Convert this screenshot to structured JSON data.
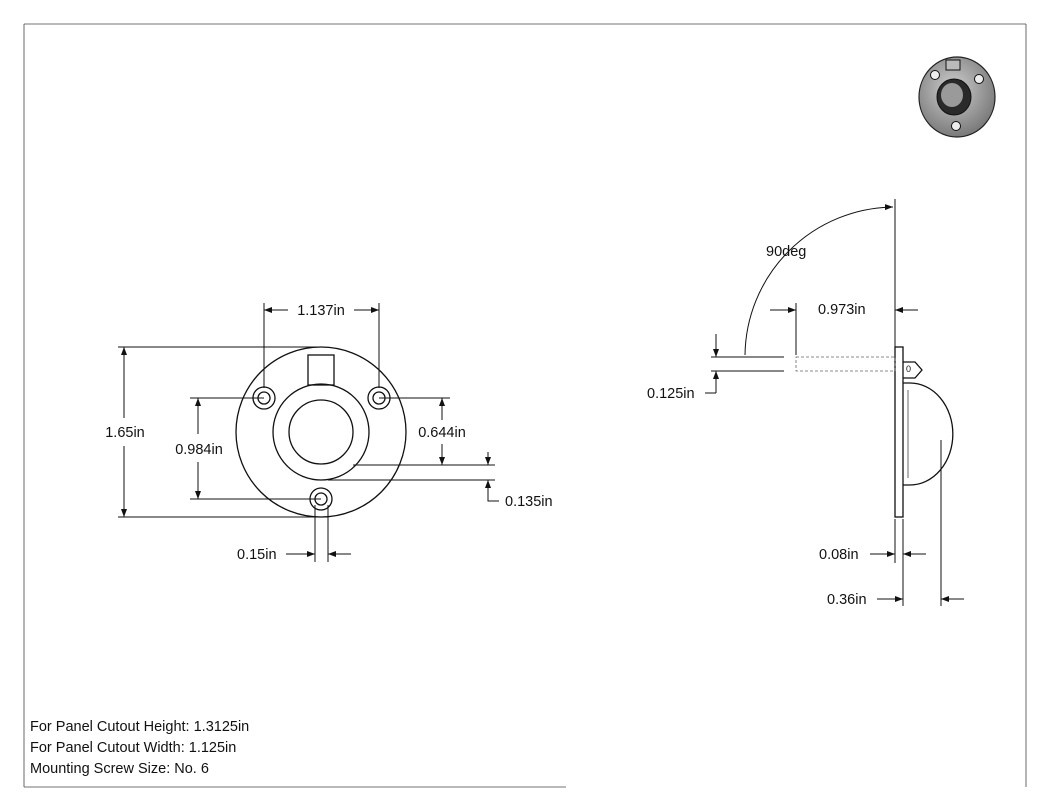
{
  "dimensions": {
    "width_holes": "1.137in",
    "height_total": "1.65in",
    "hole_spacing": "0.984in",
    "ring_diameter": "0.644in",
    "ring_offset": "0.135in",
    "hole_diameter": "0.15in",
    "rotation": "90deg",
    "ring_length": "0.973in",
    "ring_thickness": "0.125in",
    "flange_thickness": "0.08in",
    "total_depth": "0.36in"
  },
  "notes": {
    "cutout_height": "For Panel Cutout Height: 1.3125in",
    "cutout_width": "For Panel Cutout Width: 1.125in",
    "screw_size": "Mounting Screw Size: No. 6"
  },
  "side_view_label": "0"
}
